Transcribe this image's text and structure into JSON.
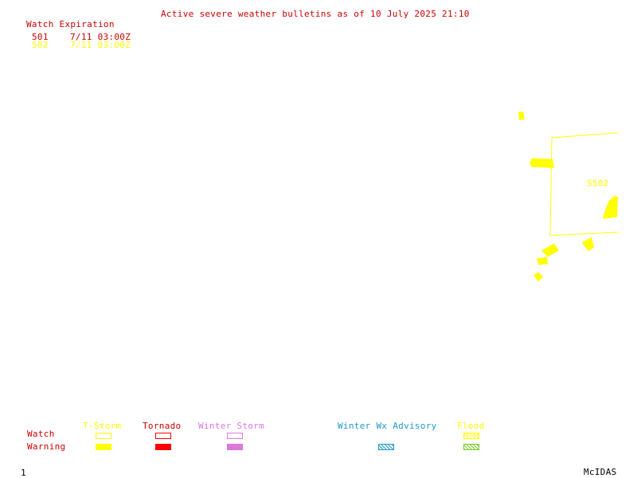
{
  "title": "Active severe weather bulletins as of 10 July 2025 21:10",
  "watch_table": {
    "header": "Watch Expiration",
    "rows": [
      {
        "id": "501",
        "expires": "7/11 03:00Z",
        "color": "#cc0000"
      },
      {
        "id": "502",
        "expires": "7/11 03:00Z",
        "color": "#ffff00"
      }
    ]
  },
  "map": {
    "watch_label": "S502",
    "watch_color": "#ffff00",
    "warning_color": "#ffff00"
  },
  "legend": {
    "row_labels": {
      "watch": "Watch",
      "warning": "Warning"
    },
    "row_label_color": "#cc0000",
    "categories": [
      {
        "name": "T-Storm",
        "color": "#ffff00",
        "pattern": "solid"
      },
      {
        "name": "Tornado",
        "color": "#ff0000",
        "pattern": "solid"
      },
      {
        "name": "Winter Storm",
        "color": "#dd77dd",
        "pattern": "solid"
      },
      {
        "name": "Winter Wx Advisory",
        "color": "#2299cc",
        "pattern": "hatched"
      },
      {
        "name": "Flood",
        "color": "#77cc22",
        "pattern": "hatched"
      }
    ]
  },
  "footer": {
    "frame_number": "1",
    "software": "McIDAS"
  },
  "colors": {
    "title": "#cc0000",
    "background": "#ffffff"
  }
}
